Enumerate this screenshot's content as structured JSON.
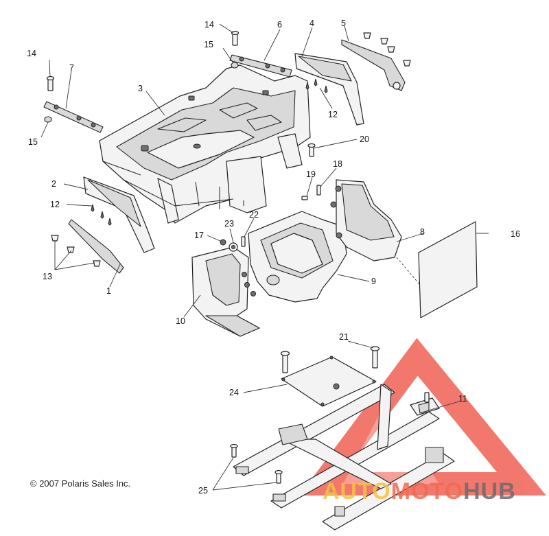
{
  "copyright": "© 2007 Polaris Sales Inc.",
  "watermark": {
    "part1": "AUTO",
    "part2": "MOTO",
    "part3": "HUB"
  },
  "colors": {
    "watermark_red": "#f0574a",
    "watermark_yellow": "#f5c342",
    "watermark_gray": "#6b6b6b",
    "ink": "#222222"
  },
  "callouts": {
    "c1": "1",
    "c2": "2",
    "c3": "3",
    "c4": "4",
    "c5": "5",
    "c6": "6",
    "c7": "7",
    "c8": "8",
    "c9": "9",
    "c10": "10",
    "c11": "11",
    "c12a": "12",
    "c12b": "12",
    "c13": "13",
    "c14a": "14",
    "c14b": "14",
    "c15a": "15",
    "c15b": "15",
    "c16": "16",
    "c17": "17",
    "c18": "18",
    "c19": "19",
    "c20": "20",
    "c21": "21",
    "c22": "22",
    "c23": "23",
    "c24": "24",
    "c25": "25"
  }
}
